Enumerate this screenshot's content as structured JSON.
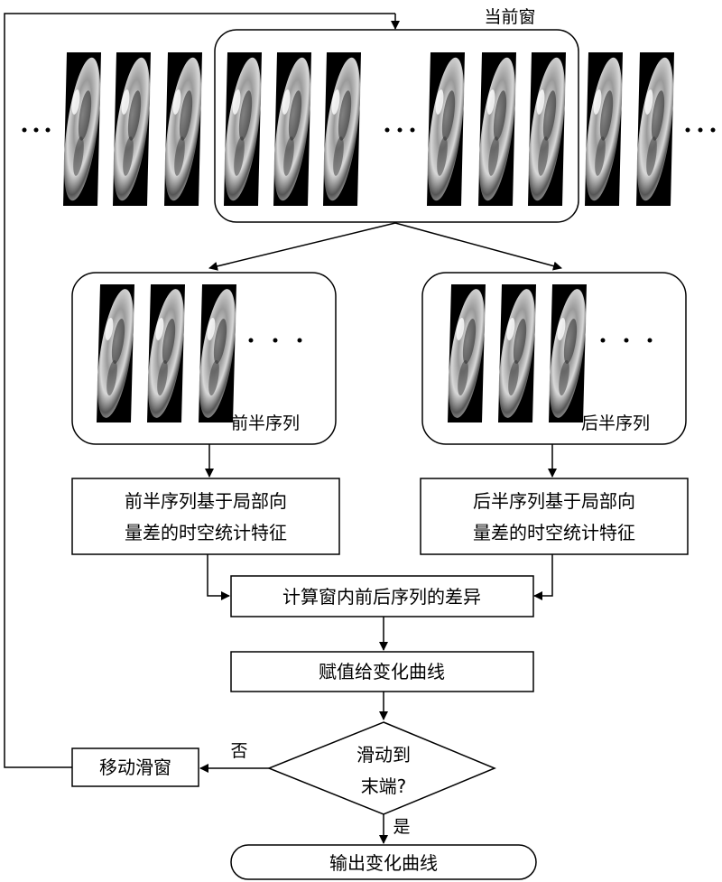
{
  "window_label": "当前窗",
  "first_half_label": "前半序列",
  "second_half_label": "后半序列",
  "first_feature_line1": "前半序列基于局部向",
  "first_feature_line2": "量差的时空统计特征",
  "second_feature_line1": "后半序列基于局部向",
  "second_feature_line2": "量差的时空统计特征",
  "compute_diff": "计算窗内前后序列的差异",
  "assign_curve": "赋值给变化曲线",
  "decision_line1": "滑动到",
  "decision_line2": "末端?",
  "no_label": "否",
  "yes_label": "是",
  "move_window": "移动滑窗",
  "output_curve": "输出变化曲线"
}
